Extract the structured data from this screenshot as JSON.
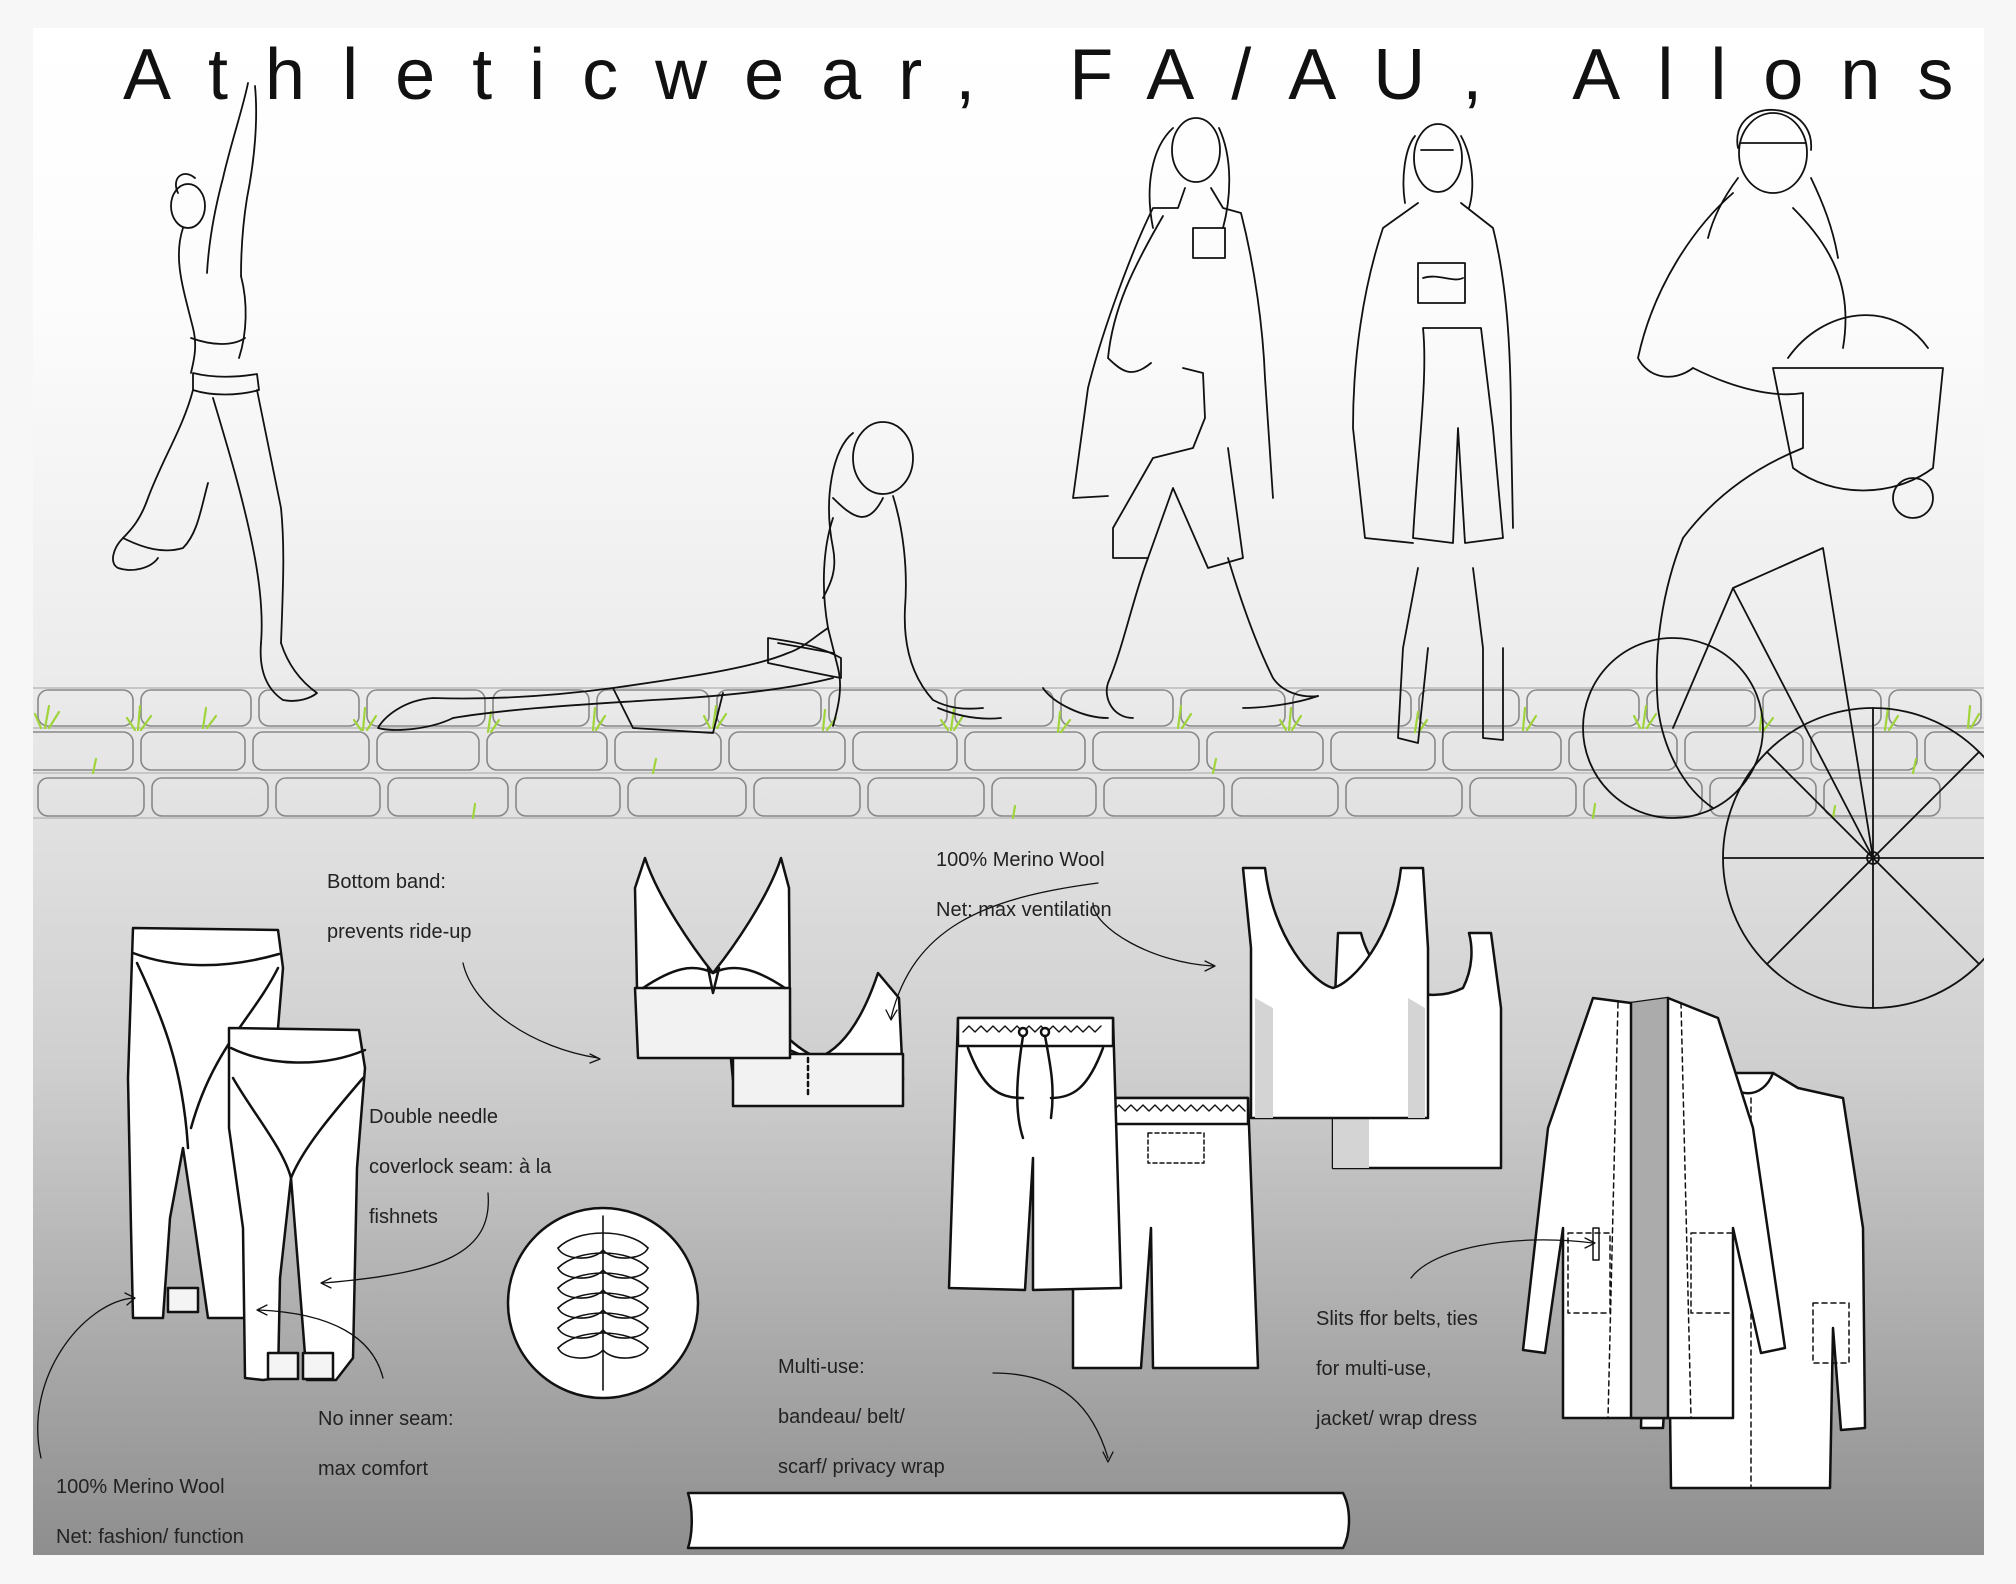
{
  "title": "Athleticwear, FA/AU, Allons-Y",
  "colors": {
    "grass": "#9fd43a",
    "ink": "#111111",
    "background_top": "#ffffff",
    "background_bottom": "#8e8e8e"
  },
  "annotations": {
    "bottom_band": [
      "Bottom band:",
      "prevents ride-up"
    ],
    "top_fabric": [
      "100% Merino Wool",
      "Net: max ventilation"
    ],
    "coverlock_seam": [
      "Double needle",
      "coverlock seam: à la",
      "fishnets"
    ],
    "no_inner_seam": [
      "No inner seam:",
      "max comfort"
    ],
    "legging_fabric": [
      "100% Merino Wool",
      "Net: fashion/ function"
    ],
    "multi_use": [
      "Multi-use:",
      "bandeau/ belt/",
      "scarf/ privacy wrap"
    ],
    "slits": [
      "Slits ffor belts, ties",
      "for multi-use,",
      "jacket/ wrap dress"
    ]
  }
}
